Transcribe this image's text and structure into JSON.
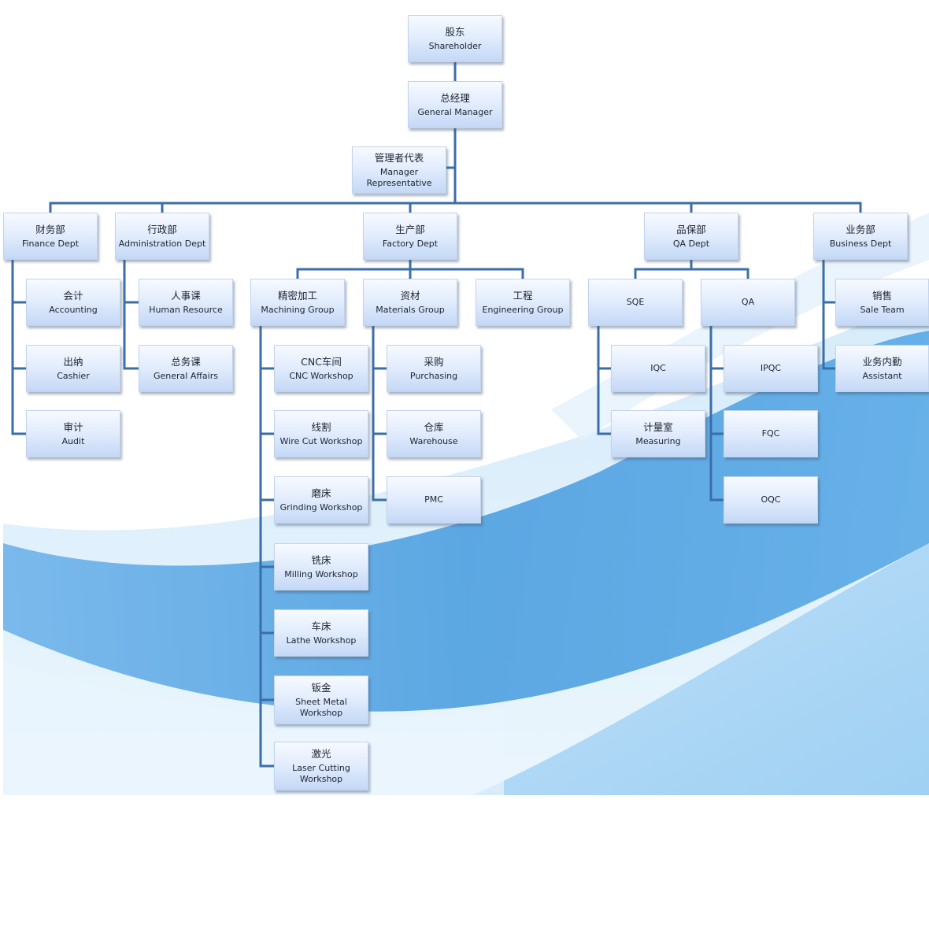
{
  "nodes": {
    "shareholder": {
      "zh": "股东",
      "en": "Shareholder"
    },
    "general_manager": {
      "zh": "总经理",
      "en": "General Manager"
    },
    "manager_rep": {
      "zh": "管理者代表",
      "en": "Manager\nRepresentative"
    },
    "finance": {
      "zh": "财务部",
      "en": "Finance Dept"
    },
    "administration": {
      "zh": "行政部",
      "en": "Administration Dept"
    },
    "factory": {
      "zh": "生产部",
      "en": "Factory Dept"
    },
    "qa_dept": {
      "zh": "品保部",
      "en": "QA Dept"
    },
    "business": {
      "zh": "业务部",
      "en": "Business Dept"
    },
    "accounting": {
      "zh": "会计",
      "en": "Accounting"
    },
    "cashier": {
      "zh": "出纳",
      "en": "Cashier"
    },
    "audit": {
      "zh": "审计",
      "en": "Audit"
    },
    "human_resource": {
      "zh": "人事课",
      "en": "Human Resource"
    },
    "general_affairs": {
      "zh": "总务课",
      "en": "General Affairs"
    },
    "machining": {
      "zh": "精密加工",
      "en": "Machining Group"
    },
    "materials": {
      "zh": "资材",
      "en": "Materials Group"
    },
    "engineering": {
      "zh": "工程",
      "en": "Engineering Group"
    },
    "cnc": {
      "zh": "CNC车间",
      "en": "CNC Workshop"
    },
    "wire_cut": {
      "zh": "线割",
      "en": "Wire Cut Workshop"
    },
    "grinding": {
      "zh": "磨床",
      "en": "Grinding Workshop"
    },
    "milling": {
      "zh": "铣床",
      "en": "Milling Workshop"
    },
    "lathe": {
      "zh": "车床",
      "en": "Lathe Workshop"
    },
    "sheet_metal": {
      "zh": "钣金",
      "en": "Sheet Metal\nWorkshop"
    },
    "laser": {
      "zh": "激光",
      "en": "Laser Cutting\nWorkshop"
    },
    "purchasing": {
      "zh": "采购",
      "en": "Purchasing"
    },
    "warehouse": {
      "zh": "仓库",
      "en": "Warehouse"
    },
    "pmc": {
      "zh": "",
      "en": "PMC"
    },
    "sqe": {
      "zh": "",
      "en": "SQE"
    },
    "qa": {
      "zh": "",
      "en": "QA"
    },
    "iqc": {
      "zh": "",
      "en": "IQC"
    },
    "measuring": {
      "zh": "计量室",
      "en": "Measuring"
    },
    "ipqc": {
      "zh": "",
      "en": "IPQC"
    },
    "fqc": {
      "zh": "",
      "en": "FQC"
    },
    "oqc": {
      "zh": "",
      "en": "OQC"
    },
    "sale_team": {
      "zh": "销售",
      "en": "Sale Team"
    },
    "assistant": {
      "zh": "业务内勤",
      "en": "Assistant"
    }
  },
  "colors": {
    "line": "#3b6ea8",
    "box_top": "#f7faff",
    "box_bottom": "#c4d8f6",
    "wave": "#4d9fe0"
  }
}
